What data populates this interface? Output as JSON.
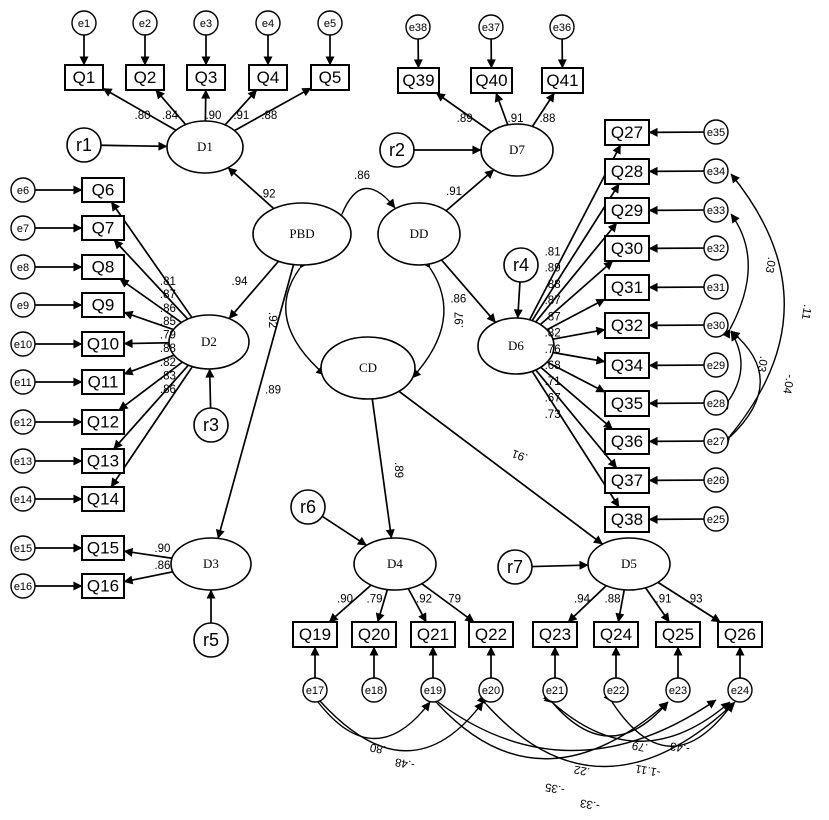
{
  "latents": [
    {
      "id": "D1",
      "label": "D1"
    },
    {
      "id": "D2",
      "label": "D2"
    },
    {
      "id": "D3",
      "label": "D3"
    },
    {
      "id": "D4",
      "label": "D4"
    },
    {
      "id": "D5",
      "label": "D5"
    },
    {
      "id": "D6",
      "label": "D6"
    },
    {
      "id": "D7",
      "label": "D7"
    },
    {
      "id": "PBD",
      "label": "PBD"
    },
    {
      "id": "DD",
      "label": "DD"
    },
    {
      "id": "CD",
      "label": "CD"
    }
  ],
  "observed": [
    "Q1",
    "Q2",
    "Q3",
    "Q4",
    "Q5",
    "Q6",
    "Q7",
    "Q8",
    "Q9",
    "Q10",
    "Q11",
    "Q12",
    "Q13",
    "Q14",
    "Q15",
    "Q16",
    "Q19",
    "Q20",
    "Q21",
    "Q22",
    "Q23",
    "Q24",
    "Q25",
    "Q26",
    "Q27",
    "Q28",
    "Q29",
    "Q30",
    "Q31",
    "Q32",
    "Q34",
    "Q35",
    "Q36",
    "Q37",
    "Q38",
    "Q39",
    "Q40",
    "Q41"
  ],
  "errors": [
    "e1",
    "e2",
    "e3",
    "e4",
    "e5",
    "e6",
    "e7",
    "e8",
    "e9",
    "e10",
    "e11",
    "e12",
    "e13",
    "e14",
    "e15",
    "e16",
    "e17",
    "e18",
    "e19",
    "e20",
    "e21",
    "e22",
    "e23",
    "e24",
    "e25",
    "e26",
    "e27",
    "e28",
    "e29",
    "e30",
    "e31",
    "e32",
    "e33",
    "e34",
    "e35",
    "e36",
    "e37",
    "e38"
  ],
  "residuals": [
    "r1",
    "r2",
    "r3",
    "r4",
    "r5",
    "r6",
    "r7"
  ],
  "loadings": {
    "D1": [
      ".80",
      ".84",
      ".90",
      ".91",
      ".88"
    ],
    "D7": [
      ".89",
      ".91",
      ".88"
    ],
    "D2": [
      ".81",
      ".87",
      ".86",
      ".85",
      ".79",
      ".88",
      ".82",
      ".83",
      ".86"
    ],
    "D3": [
      ".90",
      ".86"
    ],
    "D4": [
      ".90",
      ".79",
      ".92",
      ".79"
    ],
    "D5": [
      ".94",
      ".88",
      ".91",
      ".93"
    ],
    "D6": [
      ".81",
      ".89",
      ".88",
      ".87",
      ".87",
      ".82",
      ".76",
      ".68",
      ".71",
      ".67",
      ".73"
    ]
  },
  "structural": {
    "PBD_D1": ".92",
    "PBD_D2": ".94",
    "PBD_D3": ".89",
    "PBD_CD": ".92",
    "PBD_DD": ".86",
    "DD_D7": ".91",
    "DD_D6": ".86",
    "DD_CD": ".97",
    "CD_D4": ".89",
    "CD_D5": ".91"
  },
  "covariances": {
    "e30_e33": ".03",
    "e27_e34": ".11",
    "e28_e30": ".03",
    "e27_e30": "-.04",
    "e17_e19": ".80",
    "e17_e20": "-.48",
    "e19_e24": ".22",
    "e19_e23": "-.35",
    "e20_e24": "-.33",
    "e21_e24": ".79",
    "e21_e23": "-.43",
    "e22_e24": "-1.11"
  }
}
